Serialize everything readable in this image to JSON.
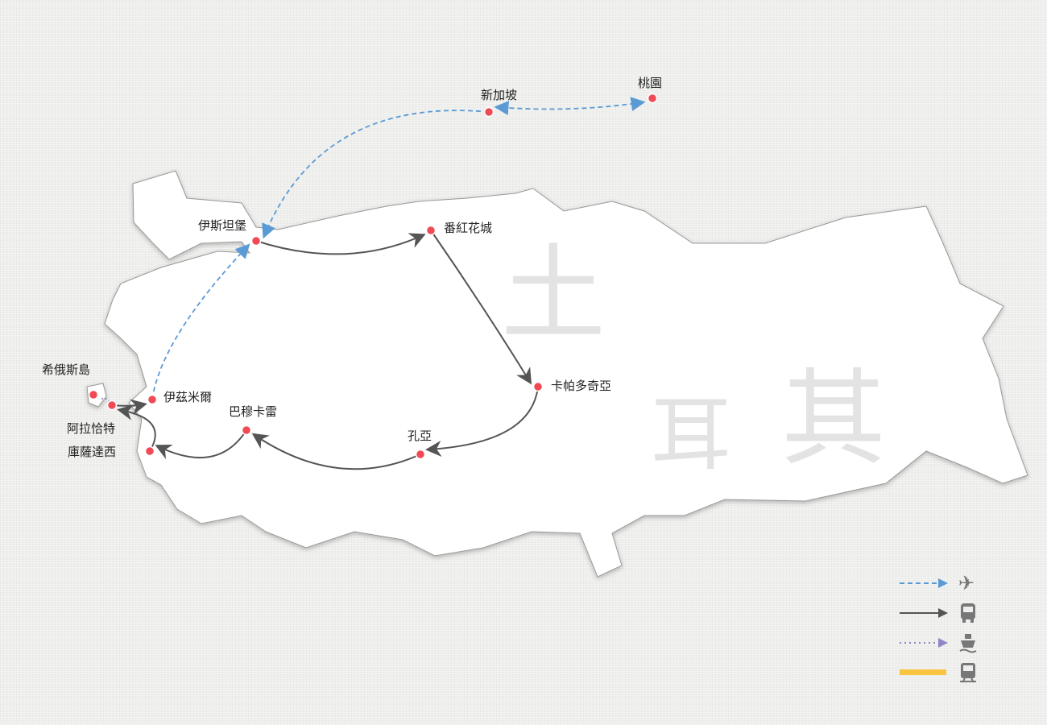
{
  "country_label": [
    "土",
    "耳",
    "其"
  ],
  "cities": [
    "新加坡",
    "桃園",
    "伊斯坦堡",
    "番紅花城",
    "卡帕多奇亞",
    "孔亞",
    "巴穆卡雷",
    "庫薩達西",
    "阿拉恰特",
    "伊茲米爾",
    "希俄斯島"
  ],
  "routes": [
    {
      "from": "桃園",
      "to": "新加坡",
      "mode": "flight"
    },
    {
      "from": "新加坡",
      "to": "伊斯坦堡",
      "mode": "flight"
    },
    {
      "from": "伊斯坦堡",
      "to": "番紅花城",
      "mode": "bus"
    },
    {
      "from": "番紅花城",
      "to": "卡帕多奇亞",
      "mode": "bus"
    },
    {
      "from": "卡帕多奇亞",
      "to": "孔亞",
      "mode": "bus"
    },
    {
      "from": "孔亞",
      "to": "巴穆卡雷",
      "mode": "bus"
    },
    {
      "from": "巴穆卡雷",
      "to": "庫薩達西",
      "mode": "bus"
    },
    {
      "from": "庫薩達西",
      "to": "阿拉恰特",
      "mode": "bus"
    },
    {
      "from": "阿拉恰特",
      "to": "伊茲米爾",
      "mode": "bus"
    },
    {
      "from": "阿拉恰特",
      "to": "希俄斯島",
      "mode": "ferry"
    },
    {
      "from": "伊茲米爾",
      "to": "伊斯坦堡",
      "mode": "flight"
    }
  ],
  "legend": [
    {
      "mode": "flight",
      "icon": "airplane-icon",
      "color": "#5b9bd5"
    },
    {
      "mode": "bus",
      "icon": "bus-icon",
      "color": "#555555"
    },
    {
      "mode": "ferry",
      "icon": "ship-icon",
      "color": "#8e86c8"
    },
    {
      "mode": "train",
      "icon": "train-icon",
      "color": "#f9c440"
    }
  ],
  "colors": {
    "city_dot": "#f04b55",
    "flight": "#5b9bd5",
    "bus": "#555555",
    "ferry": "#8e86c8",
    "train": "#f9c440"
  }
}
